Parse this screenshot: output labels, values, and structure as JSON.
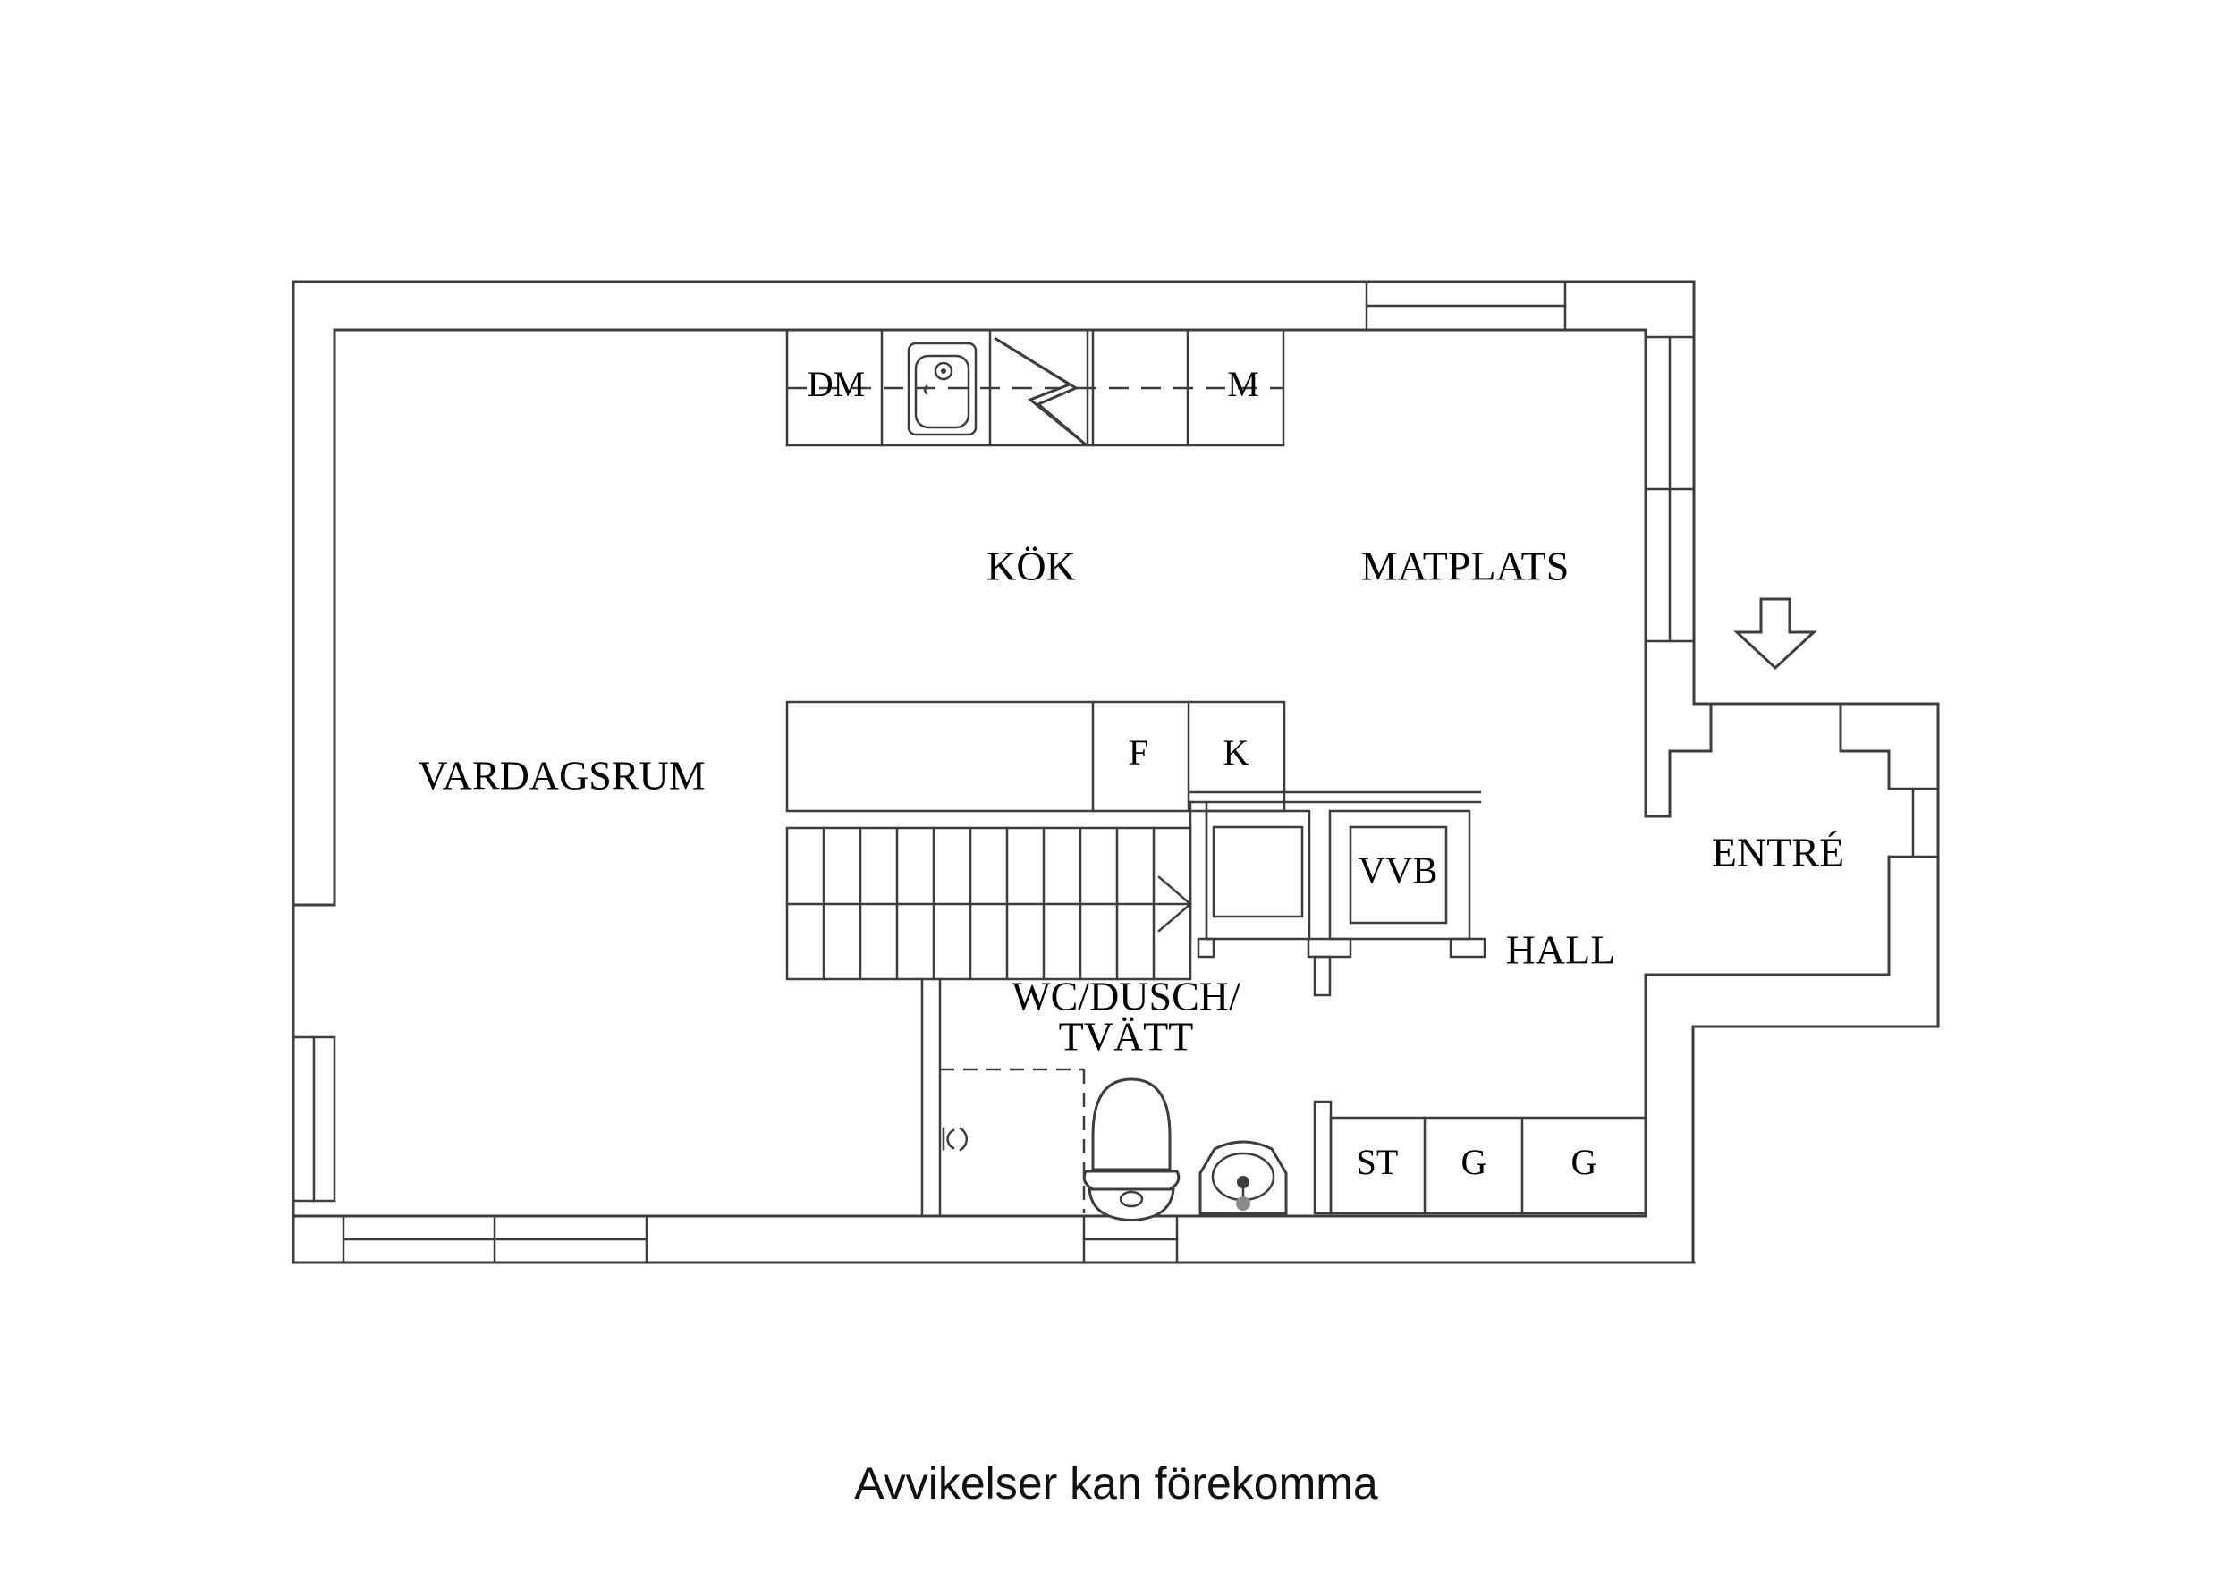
{
  "colors": {
    "background": "#ffffff",
    "line": "#3d3d3d",
    "text": "#000000"
  },
  "rooms": {
    "vardagsrum": {
      "label": "VARDAGSRUM"
    },
    "kok": {
      "label": "KÖK"
    },
    "matplats": {
      "label": "MATPLATS"
    },
    "entre": {
      "label": "ENTRÉ"
    },
    "hall": {
      "label": "HALL"
    },
    "wc_line1": {
      "label": "WC/DUSCH/"
    },
    "wc_line2": {
      "label": "TVÄTT"
    }
  },
  "fixtures": {
    "dishwasher": "DM",
    "micro": "M",
    "fridge": "F",
    "freezer": "K",
    "boiler": "VVB",
    "cleaning_cabinet": "ST",
    "wardrobe1": "G",
    "wardrobe2": "G"
  },
  "icons": {
    "sink": "kitchen-sink-icon",
    "stove": "stove-lightning-icon",
    "toilet": "toilet-icon",
    "basin": "wash-basin-icon",
    "shower": "shower-dashed-area",
    "stairs": "staircase",
    "stairs_arrow": "stairs-direction-arrow",
    "entrance_arrow": "entrance-arrow-icon",
    "hinge": "shower-door-symbol"
  },
  "footer": {
    "disclaimer": "Avvikelser kan förekomma"
  }
}
